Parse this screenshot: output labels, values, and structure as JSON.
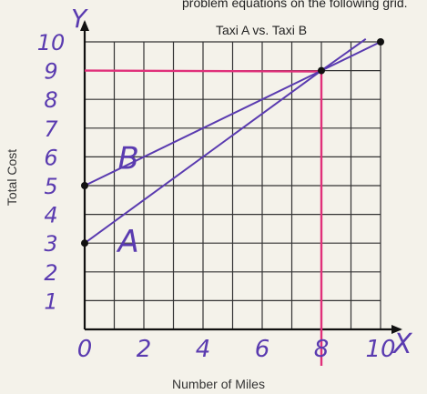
{
  "header_fragment": "problem equations on the following grid.",
  "chart_data": {
    "type": "line",
    "title": "Taxi A vs. Taxi B",
    "xlabel": "Number of Miles",
    "ylabel": "Total Cost",
    "x_axis_letter": "X",
    "y_axis_letter": "Y",
    "xlim": [
      0,
      10
    ],
    "ylim": [
      0,
      10
    ],
    "grid": true,
    "handwritten_x_ticks": [
      {
        "value": 0,
        "label": "0"
      },
      {
        "value": 2,
        "label": "2"
      },
      {
        "value": 4,
        "label": "4"
      },
      {
        "value": 6,
        "label": "6"
      },
      {
        "value": 8,
        "label": "8"
      },
      {
        "value": 10,
        "label": "10"
      }
    ],
    "handwritten_y_ticks": [
      {
        "value": 1,
        "label": "1"
      },
      {
        "value": 2,
        "label": "2"
      },
      {
        "value": 3,
        "label": "3"
      },
      {
        "value": 4,
        "label": "4"
      },
      {
        "value": 5,
        "label": "5"
      },
      {
        "value": 6,
        "label": "6"
      },
      {
        "value": 7,
        "label": "7"
      },
      {
        "value": 8,
        "label": "8"
      },
      {
        "value": 9,
        "label": "9"
      },
      {
        "value": 10,
        "label": "10"
      }
    ],
    "series": [
      {
        "name": "A",
        "color": "#5a3bb0",
        "x": [
          0,
          8,
          9.5
        ],
        "y": [
          3,
          9,
          10.1
        ],
        "label_at": [
          1,
          3.0
        ]
      },
      {
        "name": "B",
        "color": "#5a3bb0",
        "x": [
          0,
          8,
          10
        ],
        "y": [
          5,
          9,
          10
        ],
        "label_at": [
          1,
          5.9
        ]
      }
    ],
    "points": [
      {
        "x": 0,
        "y": 3
      },
      {
        "x": 0,
        "y": 5
      },
      {
        "x": 8,
        "y": 9
      },
      {
        "x": 10,
        "y": 10
      }
    ],
    "guide_lines": {
      "color": "#e0307a",
      "intersection": {
        "x": 8,
        "y": 9
      }
    }
  }
}
